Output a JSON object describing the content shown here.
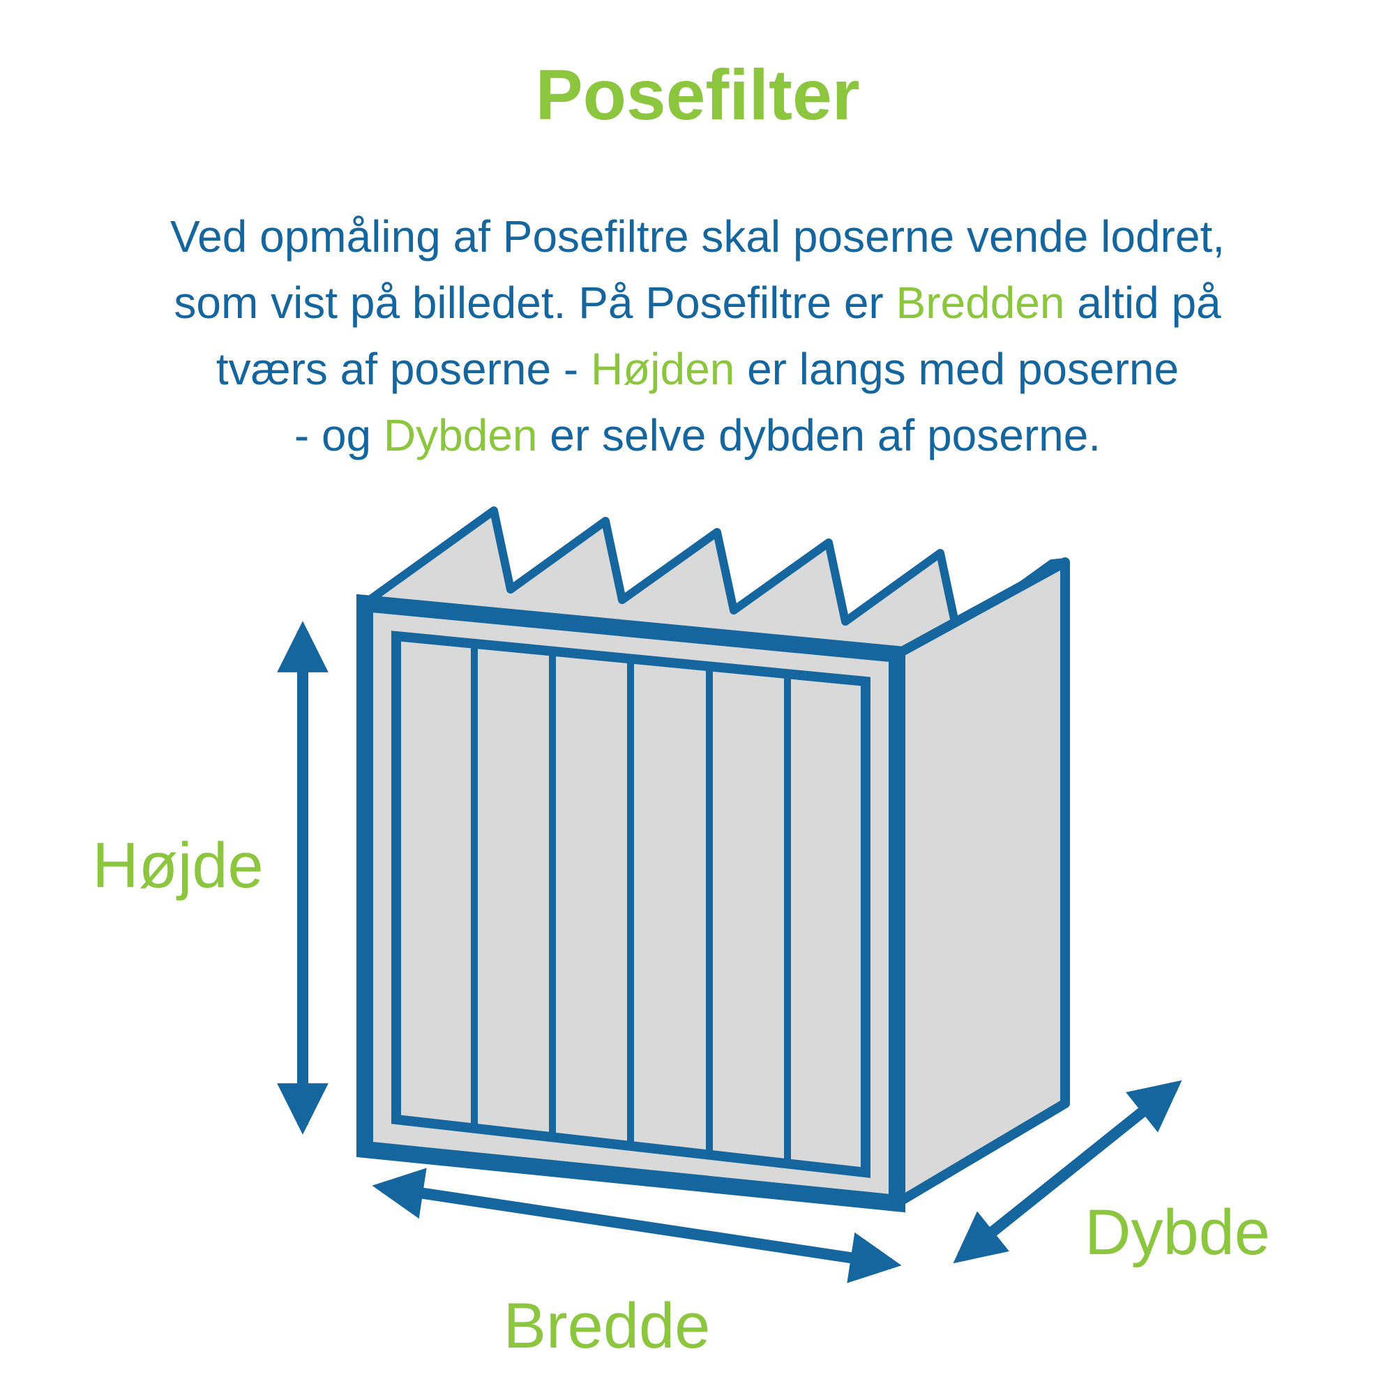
{
  "title": "Posefilter",
  "colors": {
    "green": "#8CC63F",
    "blue": "#15669E",
    "gray": "#D9D9D9"
  },
  "intro": {
    "lines": [
      {
        "segments": [
          {
            "text": "Ved opmåling af Posefiltre skal poserne vende lodret,",
            "color": "blue"
          }
        ]
      },
      {
        "segments": [
          {
            "text": "som vist på billedet. På Posefiltre er ",
            "color": "blue"
          },
          {
            "text": "Bredden",
            "color": "green"
          },
          {
            "text": " altid på",
            "color": "blue"
          }
        ]
      },
      {
        "segments": [
          {
            "text": "tværs af poserne - ",
            "color": "blue"
          },
          {
            "text": "Højden",
            "color": "green"
          },
          {
            "text": " er langs med poserne",
            "color": "blue"
          }
        ]
      },
      {
        "segments": [
          {
            "text": "- og ",
            "color": "blue"
          },
          {
            "text": "Dybden",
            "color": "green"
          },
          {
            "text": " er selve dybden af poserne.",
            "color": "blue"
          }
        ]
      }
    ]
  },
  "diagram": {
    "labels": {
      "height": "Højde",
      "width": "Bredde",
      "depth": "Dybde"
    }
  }
}
